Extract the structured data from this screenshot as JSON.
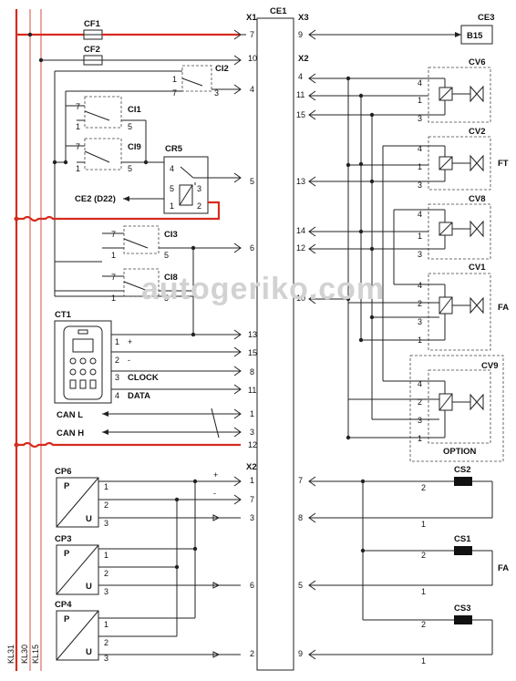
{
  "rails": {
    "kl31": "KL31",
    "kl30": "KL30",
    "kl15": "KL15"
  },
  "connector": {
    "ce1": "CE1",
    "x1": "X1",
    "x3": "X3",
    "x2_upper": "X2",
    "x2_lower": "X2",
    "x1_pins": [
      "7",
      "10",
      "4",
      "5",
      "6",
      "13",
      "15",
      "8",
      "11",
      "1",
      "3",
      "12"
    ],
    "x2_lower_pins": [
      "1",
      "7",
      "3",
      "6",
      "2"
    ],
    "x3_pins": [
      "9"
    ],
    "x2_upper_pins": [
      "4",
      "11",
      "15",
      "13",
      "14",
      "12",
      "10"
    ],
    "x2_lower_right_pins": [
      "7",
      "8",
      "5",
      "9"
    ]
  },
  "fuses": {
    "cf1": "CF1",
    "cf2": "CF2"
  },
  "relays": {
    "ci2": {
      "name": "CI2",
      "p1": "1",
      "p7": "7",
      "p3": "3"
    },
    "ci1": {
      "name": "CI1",
      "p7": "7",
      "p1": "1",
      "p5": "5"
    },
    "ci9": {
      "name": "CI9",
      "p7": "7",
      "p1": "1",
      "p5": "5"
    },
    "ci3": {
      "name": "CI3",
      "p7": "7",
      "p1": "1",
      "p5": "5"
    },
    "ci8": {
      "name": "CI8",
      "p7": "7",
      "p1": "1",
      "p5": "5"
    },
    "cr5": {
      "name": "CR5",
      "p4": "4",
      "p5": "5",
      "p3": "3",
      "p1": "1",
      "p2": "2"
    }
  },
  "ce2_label": "CE2 (D22)",
  "ct1": {
    "name": "CT1",
    "pins": [
      {
        "num": "1",
        "label": "+"
      },
      {
        "num": "2",
        "label": "-"
      },
      {
        "num": "3",
        "label": "CLOCK"
      },
      {
        "num": "4",
        "label": "DATA"
      }
    ]
  },
  "can": {
    "canl": "CAN L",
    "canh": "CAN H"
  },
  "sensors": [
    {
      "name": "CP6",
      "p": "P",
      "u": "U",
      "pins": [
        "1",
        "2",
        "3"
      ]
    },
    {
      "name": "CP3",
      "p": "P",
      "u": "U",
      "pins": [
        "1",
        "2",
        "3"
      ]
    },
    {
      "name": "CP4",
      "p": "P",
      "u": "U",
      "pins": [
        "1",
        "2",
        "3"
      ]
    }
  ],
  "supply_marks": {
    "plus": "+",
    "minus": "-"
  },
  "ce3": {
    "name": "CE3",
    "label": "B15"
  },
  "valves": [
    {
      "name": "CV6",
      "pins": [
        "4",
        "1",
        "3"
      ],
      "tag": ""
    },
    {
      "name": "CV2",
      "pins": [
        "4",
        "1",
        "3"
      ],
      "tag": "FT"
    },
    {
      "name": "CV8",
      "pins": [
        "4",
        "1",
        "3"
      ],
      "tag": ""
    },
    {
      "name": "CV1",
      "pins": [
        "4",
        "2",
        "3",
        "1"
      ],
      "tag": "FA"
    },
    {
      "name": "CV9",
      "pins": [
        "4",
        "2",
        "3",
        "1"
      ],
      "tag": "OPTION"
    }
  ],
  "switches": [
    {
      "name": "CS2",
      "pins": [
        "2",
        "1"
      ]
    },
    {
      "name": "CS1",
      "pins": [
        "2",
        "1"
      ]
    },
    {
      "name": "CS3",
      "pins": [
        "2",
        "1"
      ]
    }
  ],
  "fa_label": "FA",
  "watermark": "autogeriko.com"
}
